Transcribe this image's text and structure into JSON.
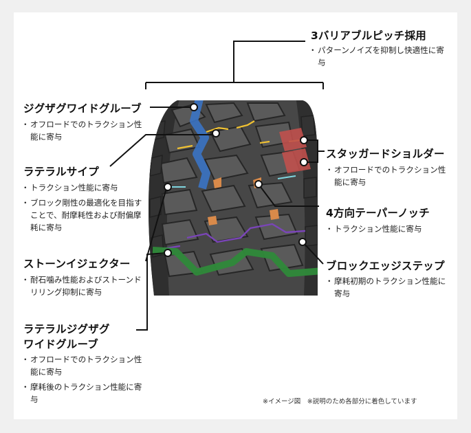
{
  "callouts": [
    {
      "id": "pitch",
      "title": "3バリアブルピッチ採用",
      "items": [
        "パターンノイズを抑制し快適性に寄与"
      ]
    },
    {
      "id": "zigzag",
      "title": "ジグザグワイドグルーブ",
      "items": [
        "オフロードでのトラクション性能に寄与"
      ]
    },
    {
      "id": "sipe",
      "title": "ラテラルサイプ",
      "items": [
        "トラクション性能に寄与",
        "ブロック剛性の最適化を目指すことで、耐摩耗性および耐偏摩耗に寄与"
      ]
    },
    {
      "id": "stone",
      "title": "ストーンイジェクター",
      "items": [
        "耐石噛み性能およびストーンドリリング抑制に寄与"
      ]
    },
    {
      "id": "lateral",
      "title": "ラテラルジグザグワイドグルーブ",
      "title_lines": [
        "ラテラルジグザグ",
        "ワイドグルーブ"
      ],
      "items": [
        "オフロードでのトラクション性能に寄与",
        "摩耗後のトラクション性能に寄与"
      ]
    },
    {
      "id": "shoulder",
      "title": "スタッガードショルダー",
      "items": [
        "オフロードでのトラクション性能に寄与"
      ]
    },
    {
      "id": "notch",
      "title": "4方向テーパーノッチ",
      "items": [
        "トラクション性能に寄与"
      ]
    },
    {
      "id": "step",
      "title": "ブロックエッジステップ",
      "items": [
        "摩耗初期のトラクション性能に寄与"
      ]
    }
  ],
  "footnote": "※イメージ図　※説明のため各部分に着色しています",
  "colors": {
    "blue": "#3a73c4",
    "yellow": "#f1c232",
    "red": "#c0504d",
    "orange": "#d98a4a",
    "purple": "#7a45b8",
    "green": "#2f8a3a",
    "cyan": "#7fd6e0",
    "tire": "#3d3d3d",
    "line": "#111111"
  }
}
